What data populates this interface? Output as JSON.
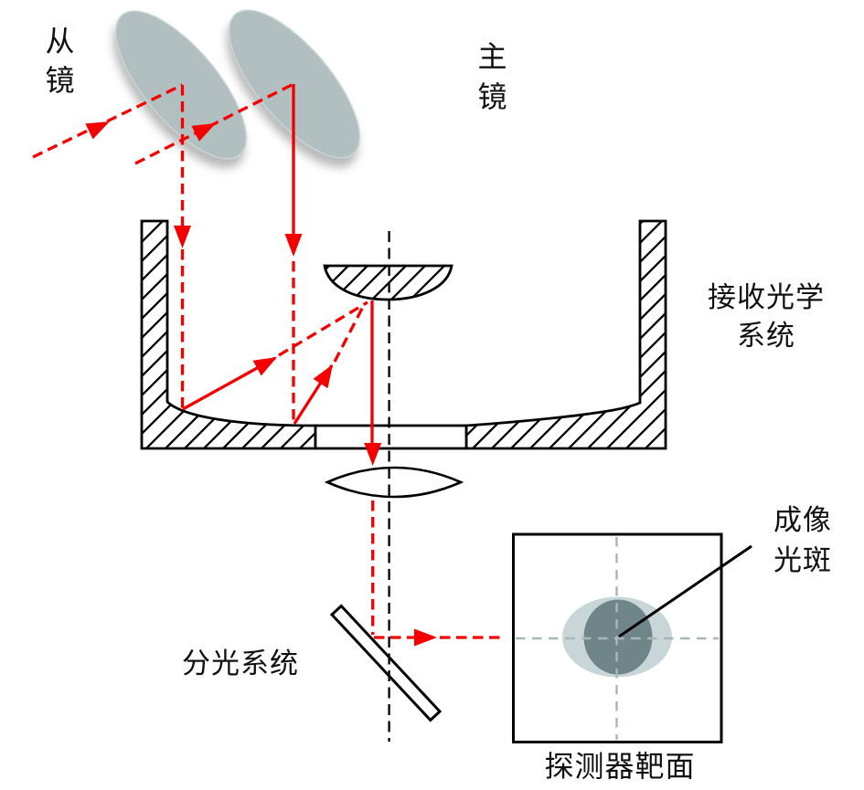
{
  "labels": {
    "slave_mirror": "从\n镜",
    "main_mirror": "主\n镜",
    "receiving_optics": "接收光学\n系统",
    "beam_splitter": "分光系统",
    "imaging_spot": "成像\n光斑",
    "detector_target": "探测器靶面"
  },
  "colors": {
    "ray": "#f40000",
    "mirror_fill": "#b1bfc1",
    "spot_outer": "#c9d6d8",
    "spot_inner": "#70858a",
    "crosshair": "#a8b6b9",
    "outline": "#000000"
  }
}
